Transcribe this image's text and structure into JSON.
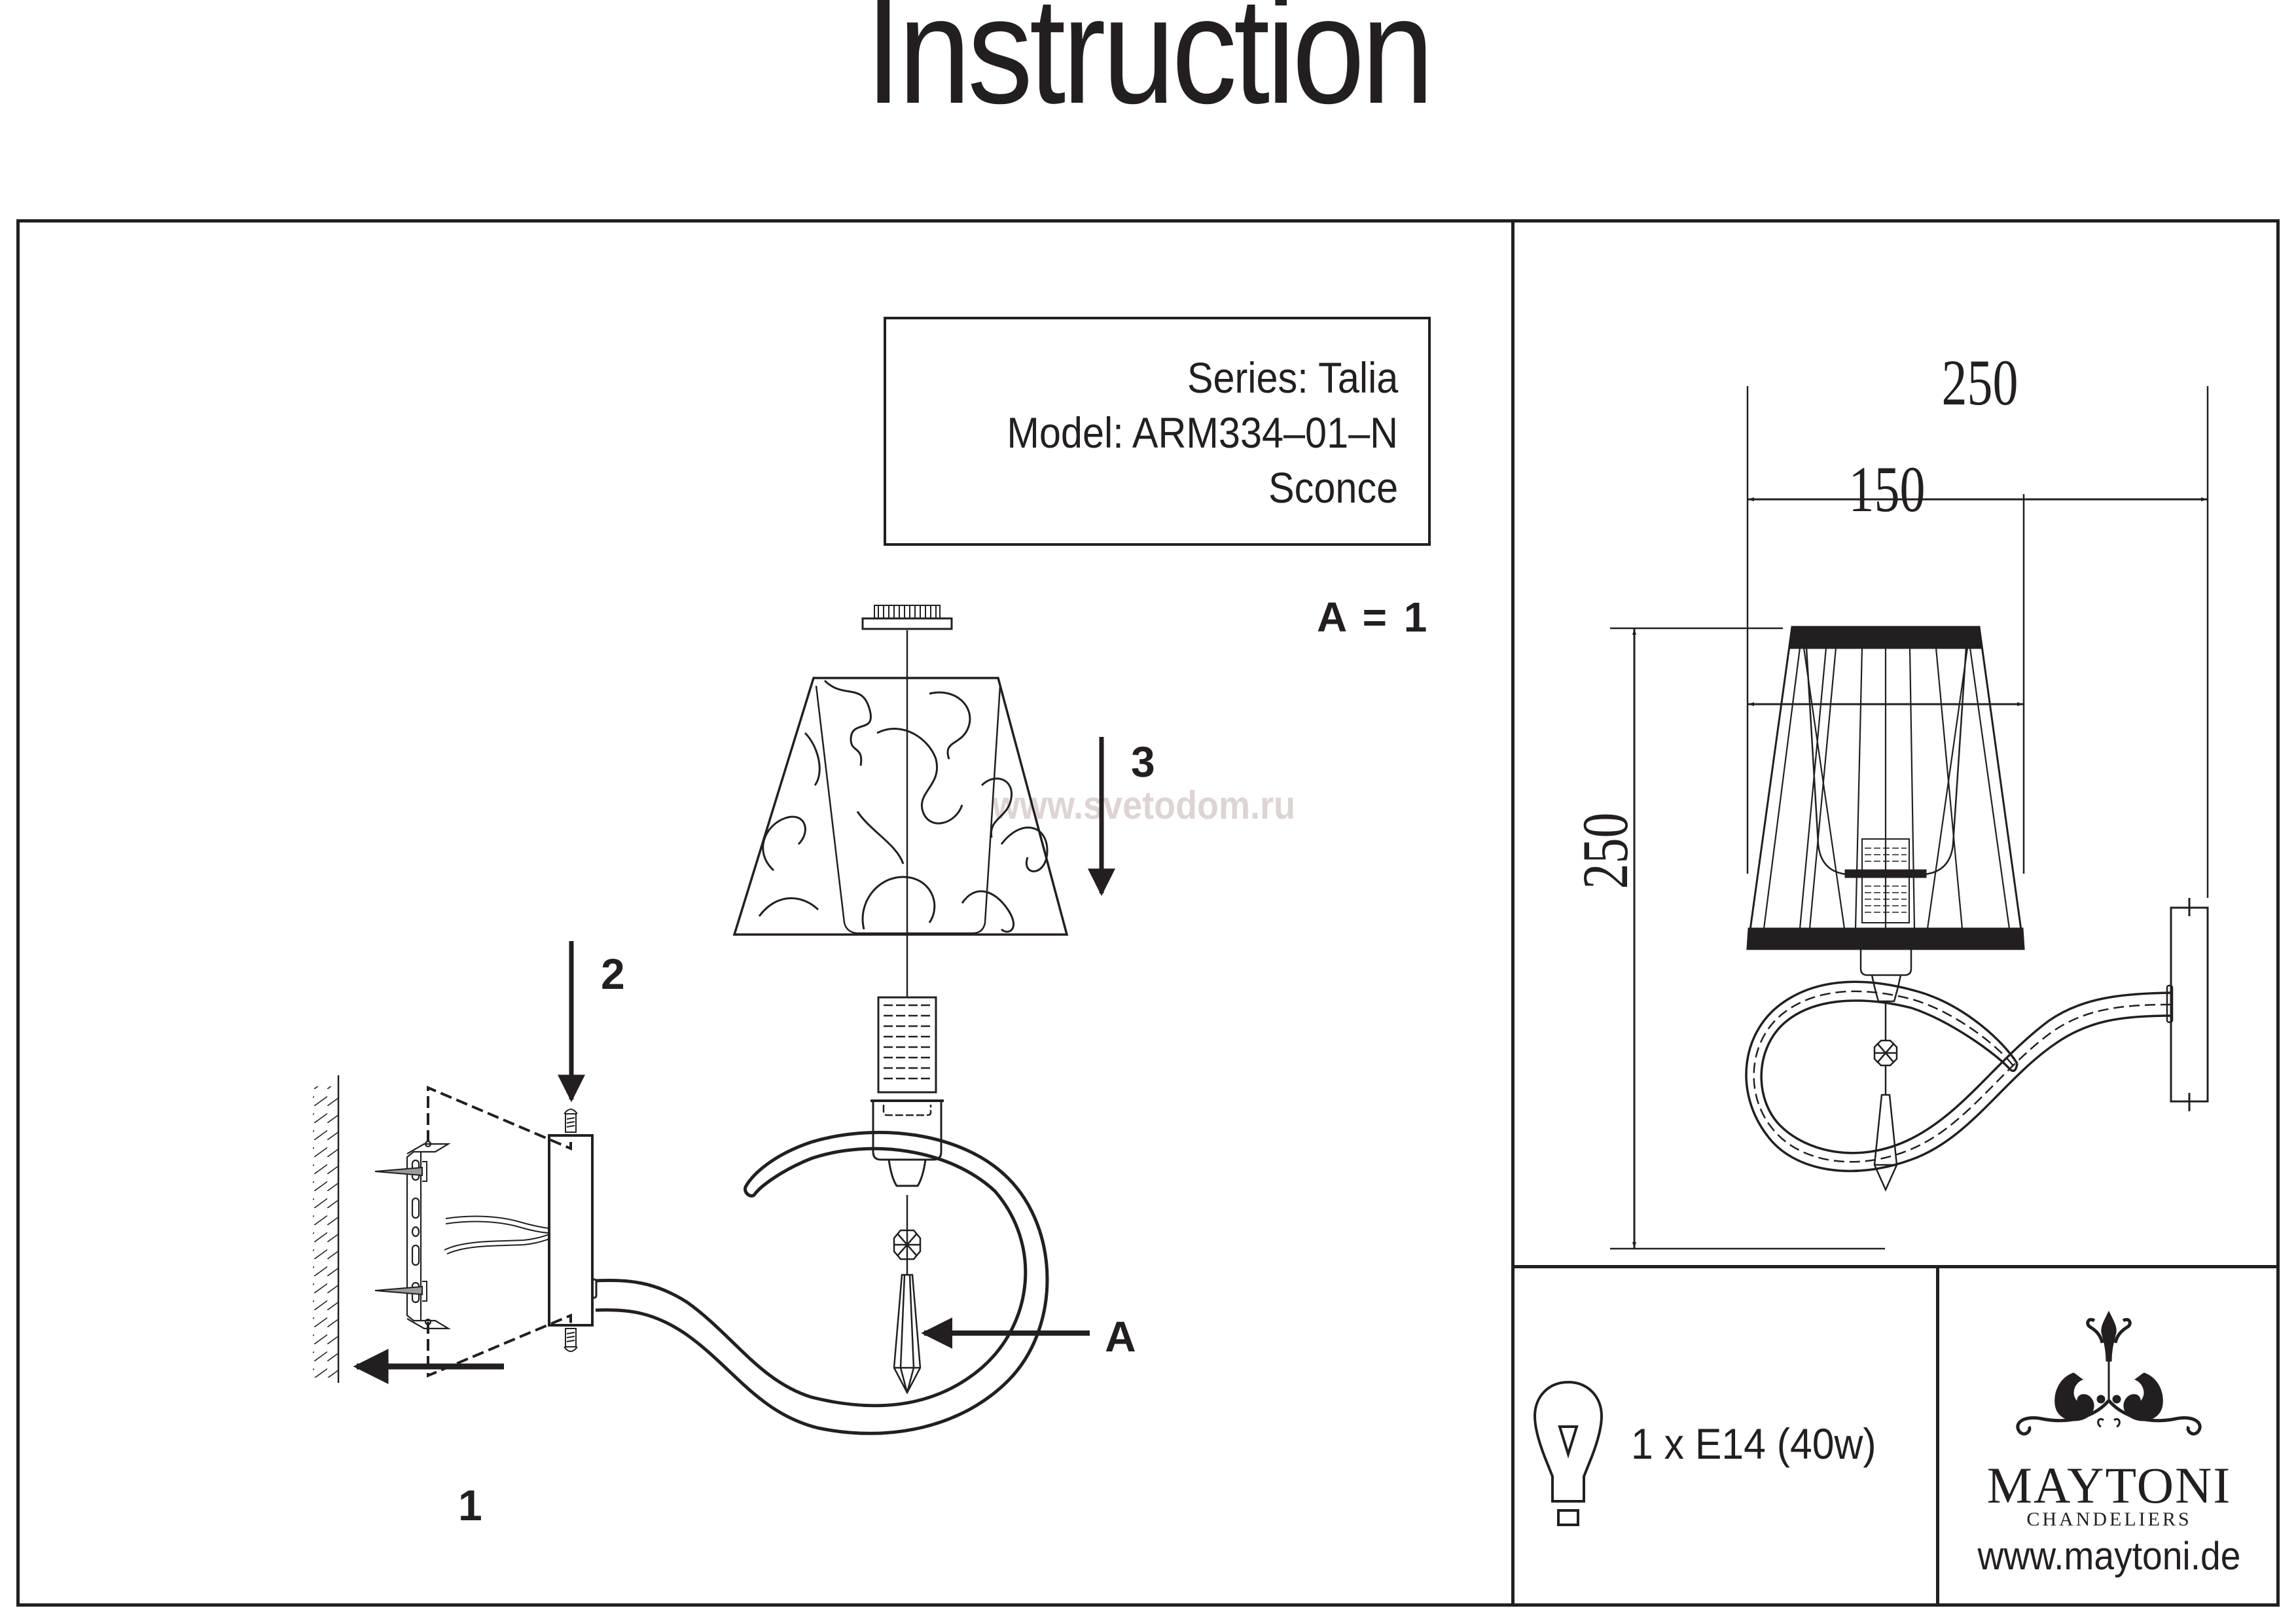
{
  "document": {
    "title": "Instruction",
    "watermark": "www.svetodom.ru"
  },
  "product": {
    "series_line": "Series: Talia",
    "model_line": "Model: ARM334–01–N",
    "type_line": "Sconce"
  },
  "assembly": {
    "legend": "A = 1",
    "steps": [
      {
        "number": "1",
        "description_icon": "arrow-left-icon"
      },
      {
        "number": "2",
        "description_icon": "arrow-down-icon"
      },
      {
        "number": "3",
        "description_icon": "arrow-down-icon"
      }
    ],
    "part_label": "A"
  },
  "dimensions": {
    "overall_width": "250",
    "shade_width": "150",
    "overall_height": "250",
    "units_hint": "mm"
  },
  "bulb": {
    "icon": "light-bulb-icon",
    "spec": "1 x E14 (40w)"
  },
  "brand": {
    "logo_icon": "maytoni-ornament-icon",
    "name": "MAYTONI",
    "subtitle": "CHANDELIERS",
    "website": "www.maytoni.de"
  }
}
